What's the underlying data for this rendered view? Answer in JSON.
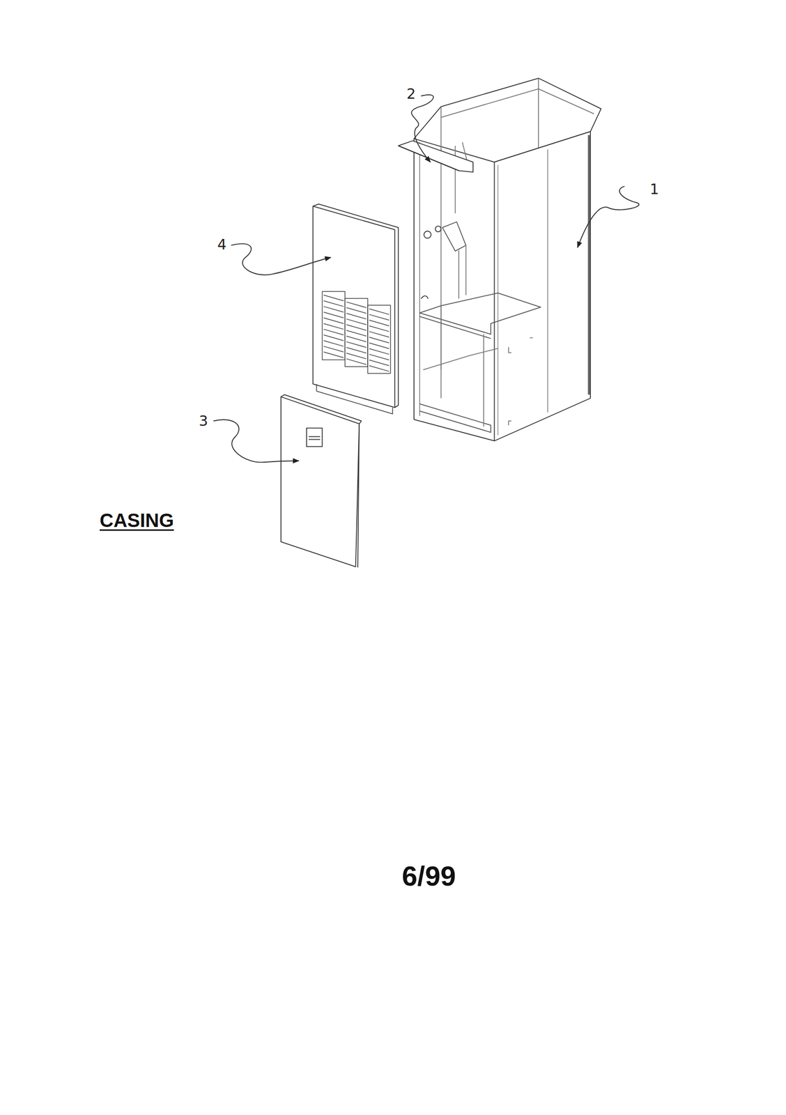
{
  "diagram": {
    "title": "CASING",
    "labels": [
      "2",
      "1",
      "4",
      "3",
      "6/99"
    ]
  }
}
